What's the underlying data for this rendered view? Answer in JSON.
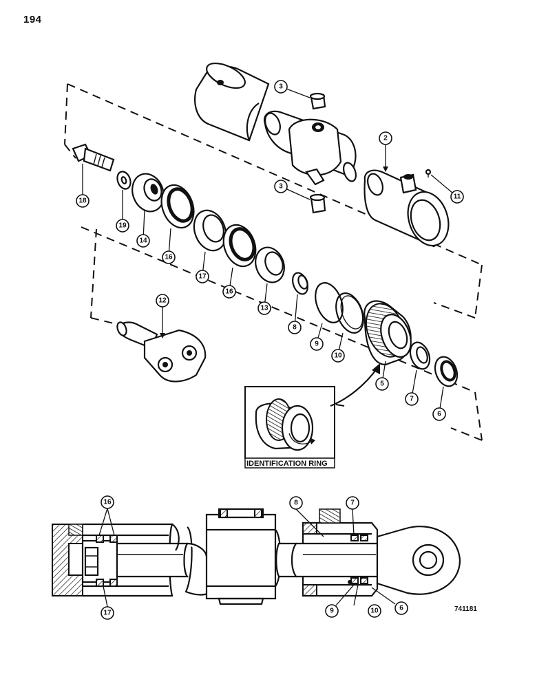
{
  "page_number": "194",
  "figure_id": "741181",
  "inset_label": "IDENTIFICATION RING",
  "callouts": {
    "exploded": [
      "3",
      "3",
      "2",
      "11",
      "18",
      "19",
      "14",
      "16",
      "17",
      "16",
      "13",
      "8",
      "9",
      "10",
      "5",
      "7",
      "6",
      "12"
    ],
    "section": [
      "16",
      "17",
      "8",
      "7",
      "9",
      "10",
      "6"
    ]
  }
}
